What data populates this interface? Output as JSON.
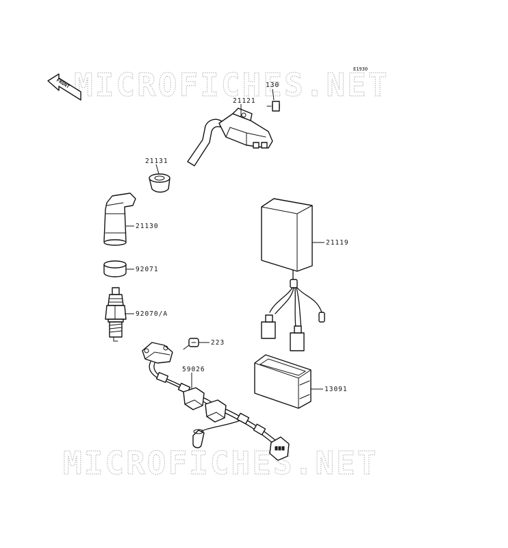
{
  "diagram": {
    "reference_code": "E1930",
    "front_label": "FRONT",
    "watermark_top": "MICROFICHES.NET",
    "watermark_bottom": "MICROFICHES.NET",
    "parts": [
      {
        "id": "ignition-coil",
        "label": "21121"
      },
      {
        "id": "bolt-130",
        "label": "130"
      },
      {
        "id": "plug-cap-adapter",
        "label": "21131"
      },
      {
        "id": "plug-cap",
        "label": "21130"
      },
      {
        "id": "plug-seal",
        "label": "92071"
      },
      {
        "id": "spark-plug",
        "label": "92070/A"
      },
      {
        "id": "cdi-unit",
        "label": "21119"
      },
      {
        "id": "screw-223",
        "label": "223"
      },
      {
        "id": "pickup-harness",
        "label": "59026"
      },
      {
        "id": "bracket-box",
        "label": "13091"
      }
    ]
  }
}
